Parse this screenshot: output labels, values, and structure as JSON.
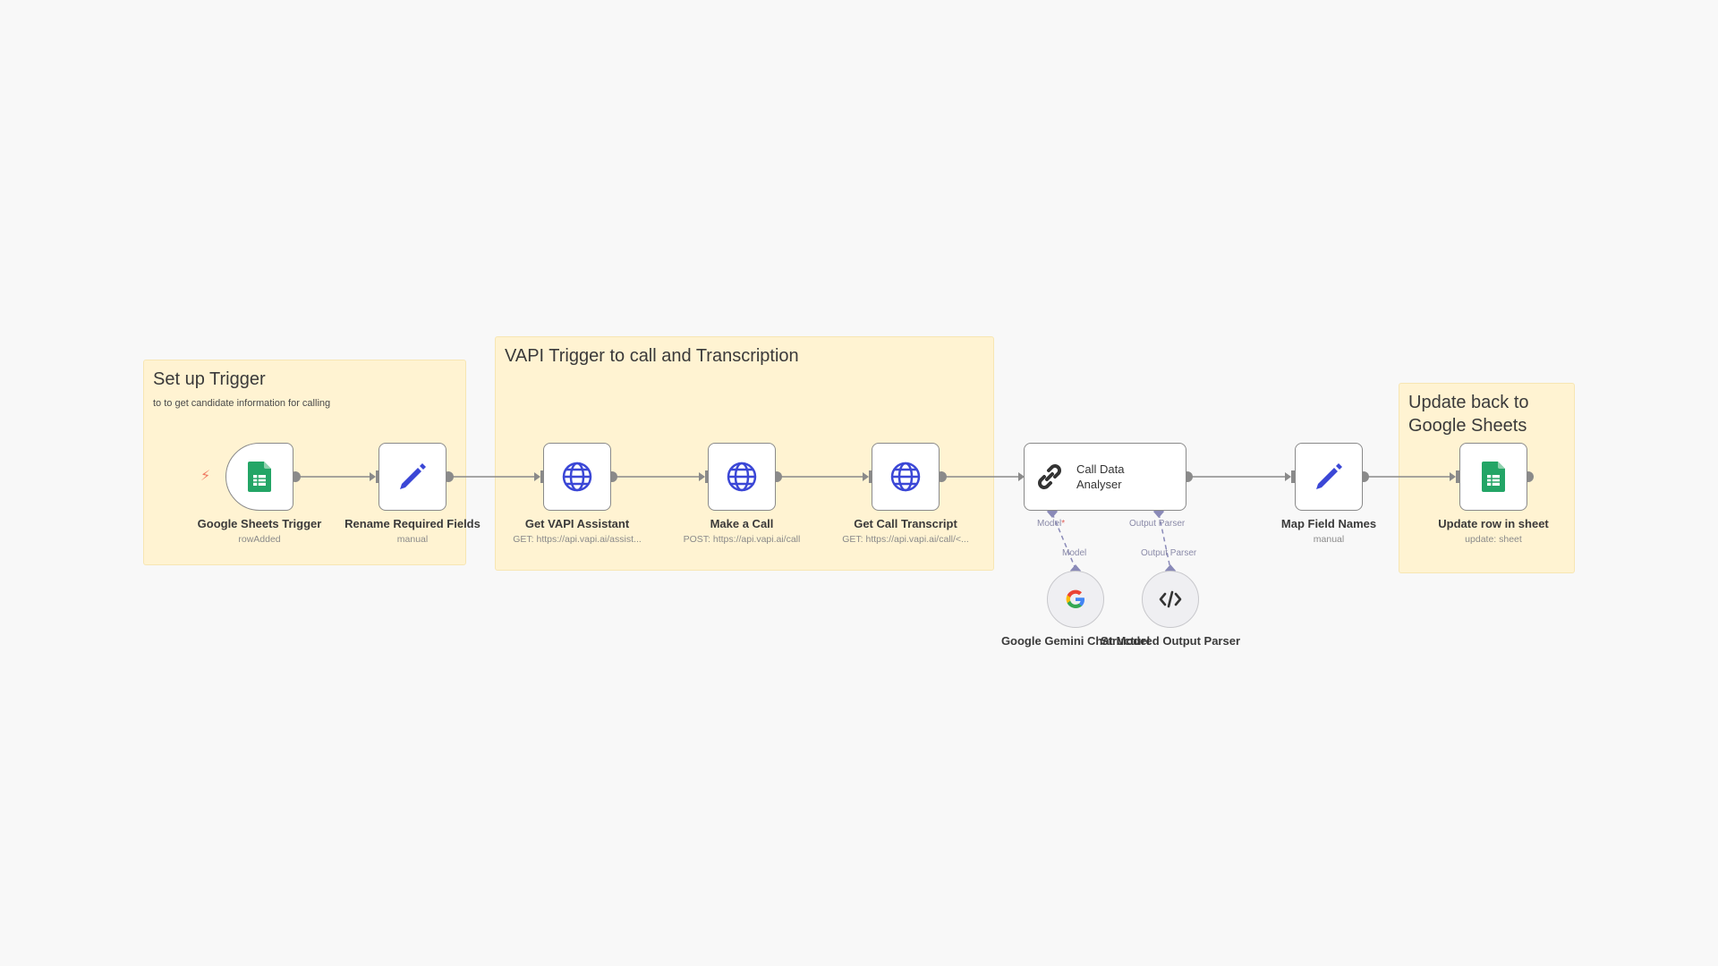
{
  "stickies": {
    "setup": {
      "title": "Set up Trigger",
      "subtitle": "to to get candidate information for calling"
    },
    "vapi": {
      "title": "VAPI Trigger to call and Transcription"
    },
    "update": {
      "title": "Update back to\nGoogle Sheets"
    }
  },
  "nodes": {
    "sheets_trigger": {
      "name": "Google Sheets Trigger",
      "sub": "rowAdded",
      "icon": "google-sheets-icon"
    },
    "rename_fields": {
      "name": "Rename Required Fields",
      "sub": "manual",
      "icon": "pencil-icon"
    },
    "get_vapi": {
      "name": "Get VAPI Assistant",
      "sub": "GET: https://api.vapi.ai/assist...",
      "icon": "globe-icon"
    },
    "make_call": {
      "name": "Make a Call",
      "sub": "POST: https://api.vapi.ai/call",
      "icon": "globe-icon"
    },
    "get_transcript": {
      "name": "Get Call Transcript",
      "sub": "GET: https://api.vapi.ai/call/<...",
      "icon": "globe-icon"
    },
    "call_analyser": {
      "name": "Call Data Analyser",
      "icon": "link-chain-icon"
    },
    "map_fields": {
      "name": "Map Field Names",
      "sub": "manual",
      "icon": "pencil-icon"
    },
    "update_row": {
      "name": "Update row in sheet",
      "sub": "update: sheet",
      "icon": "google-sheets-icon"
    },
    "gemini": {
      "name": "Google Gemini Chat Model",
      "icon": "google-g-icon"
    },
    "parser": {
      "name": "Structured Output Parser",
      "icon": "code-brackets-icon"
    }
  },
  "ports": {
    "model_out": "Model",
    "model_required_mark": "*",
    "parser_out": "Output Parser",
    "model_in": "Model",
    "parser_in": "Output Parser"
  },
  "colors": {
    "sticky_bg": "#fff3d2",
    "sheets_green": "#23a566",
    "edit_blue": "#3b47d6",
    "globe_blue": "#3b47d6",
    "wire_gray": "#8a8a8a",
    "ai_port_purple": "#8a8ab8",
    "trigger_bolt": "#ef7b63"
  }
}
